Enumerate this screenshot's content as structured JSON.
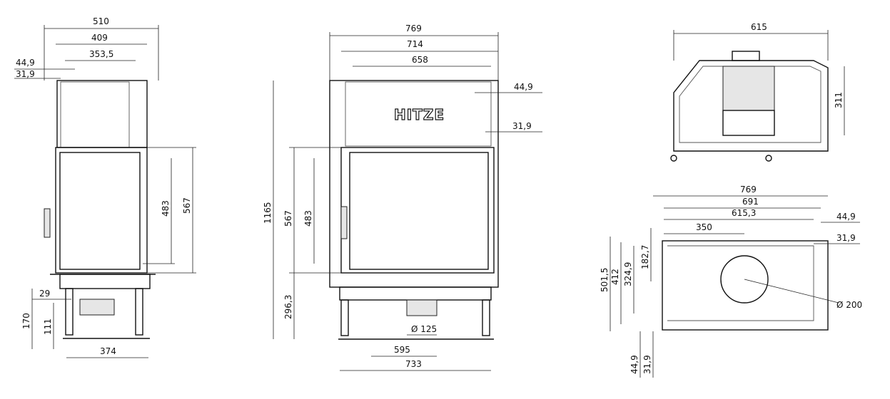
{
  "front_view": {
    "width_overall": "510",
    "width_body": "409",
    "width_top": "353,5",
    "offset_a": "44,9",
    "offset_b": "31,9",
    "door_height_inner": "483",
    "door_height_outer": "567",
    "leg_offset": "29",
    "base_height": "170",
    "leg_height": "111",
    "leg_span": "374"
  },
  "side_view": {
    "width_overall": "769",
    "width_body": "714",
    "width_door": "658",
    "offset_a": "44,9",
    "offset_b": "31,9",
    "total_height": "1165",
    "door_height_outer": "567",
    "door_height_inner": "483",
    "base_height": "296,3",
    "flue_diameter": "Ø 125",
    "leg_span": "595",
    "base_width": "733",
    "brand_logo": "HITZE"
  },
  "top_section_view": {
    "depth": "615",
    "height": "311"
  },
  "plan_view": {
    "width_overall": "769",
    "width_body": "691",
    "width_inner": "615,3",
    "flue_offset": "350",
    "offset_a": "44,9",
    "offset_b": "31,9",
    "depth_overall": "501,5",
    "depth_body": "412",
    "depth_inner": "324,9",
    "flue_depth": "182,7",
    "flue_diameter": "Ø 200",
    "bottom_offset_a": "44,9",
    "bottom_offset_b": "31,9"
  }
}
